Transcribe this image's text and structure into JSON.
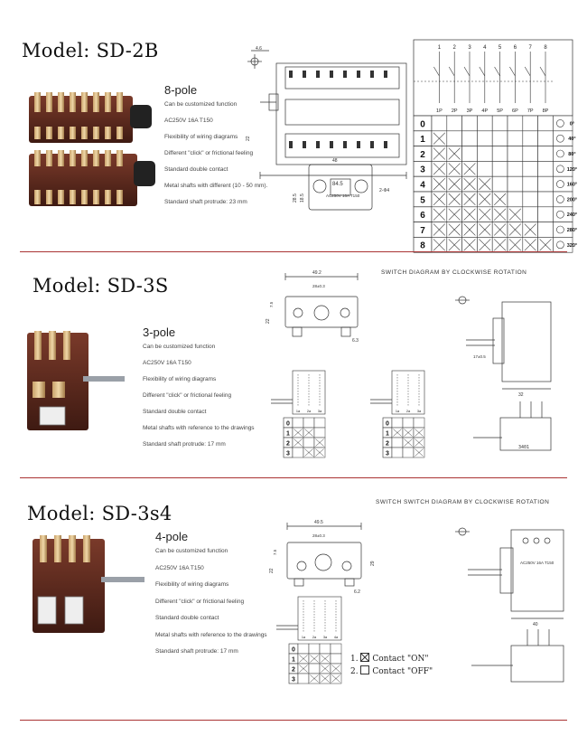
{
  "sections": [
    {
      "model_title": "Model: SD-2B",
      "pole": "8-pole",
      "specs": [
        "Can be customized function",
        "AC250V 16A T150",
        "Flexibility of wiring diagrams",
        "Different \"click\" or frictional feeling",
        "Standard double contact",
        "Metal shafts with different (10 - 50 mm).",
        "Standard shaft protrude: 23 mm"
      ],
      "drawing_labels": {
        "dim_length": "84.5",
        "dim_height": "22",
        "dim_top": "4.6",
        "label": "AC250V 16A T150",
        "dim_side": "2-Φ4",
        "dim_w": "48",
        "dim_h1": "28.5",
        "dim_h2": "18.5"
      },
      "switch_table": {
        "poles": [
          "1",
          "2",
          "3",
          "4",
          "5",
          "6",
          "7",
          "8"
        ],
        "pole_labels": [
          "1P",
          "2P",
          "3P",
          "4P",
          "5P",
          "6P",
          "7P",
          "8P"
        ],
        "positions": [
          "0",
          "1",
          "2",
          "3",
          "4",
          "5",
          "6",
          "7",
          "8"
        ],
        "angles": [
          "0°",
          "40°",
          "80°",
          "120°",
          "160°",
          "200°",
          "240°",
          "280°",
          "320°"
        ],
        "on": [
          [],
          [
            0
          ],
          [
            0,
            1
          ],
          [
            0,
            1,
            2
          ],
          [
            0,
            1,
            2,
            3
          ],
          [
            0,
            1,
            2,
            3,
            4
          ],
          [
            0,
            1,
            2,
            3,
            4,
            5
          ],
          [
            0,
            1,
            2,
            3,
            4,
            5,
            6
          ],
          [
            0,
            1,
            2,
            3,
            4,
            5,
            6,
            7
          ]
        ]
      }
    },
    {
      "model_title": "Model: SD-3S",
      "pole": "3-pole",
      "diagram_title": "SWITCH DIAGRAM BY CLOCKWISE ROTATION",
      "specs": [
        "Can be customized function",
        "AC250V 16A T150",
        "Flexibility of wiring diagrams",
        "Different \"click\" or frictional feeling",
        "Standard double contact",
        "Metal shafts with reference to the drawings",
        "Standard shaft protrude: 17 mm"
      ],
      "drawing_labels": {
        "dim_w": "49.2",
        "dim_inner": "28±0.3",
        "dim_h": "22",
        "dim_h2": "7.5",
        "dim_s": "6.3",
        "dim_side": "17±0.5",
        "dim_d": "32",
        "code": "3401"
      },
      "tables": [
        {
          "positions": [
            "0",
            "1",
            "2",
            "3"
          ],
          "cols": [
            "1a",
            "2a",
            "3a"
          ],
          "on": [
            [],
            [
              0,
              1
            ],
            [
              0,
              2
            ],
            [
              1,
              2
            ]
          ]
        },
        {
          "positions": [
            "0",
            "1",
            "2",
            "3"
          ],
          "cols": [
            "1a",
            "2a",
            "3a"
          ],
          "on": [
            [],
            [
              0,
              1,
              2
            ],
            [
              1,
              2
            ],
            [
              2
            ]
          ]
        }
      ]
    },
    {
      "model_title": "Model: SD-3s4",
      "pole": "4-pole",
      "diagram_title": "SWITCH SWITCH DIAGRAM BY CLOCKWISE ROTATION",
      "specs": [
        "Can be customized function",
        "AC250V 16A T150",
        "Flexibility of wiring diagrams",
        "Different \"click\" or frictional feeling",
        "Standard double contact",
        "Metal shafts with reference to the drawings",
        "Standard shaft protrude: 17 mm"
      ],
      "drawing_labels": {
        "dim_w": "49.5",
        "dim_inner": "28±0.3",
        "dim_h": "22",
        "dim_h2": "7.5",
        "dim_s": "6.2",
        "dim_h3": "29",
        "dim_d": "40",
        "label": "AC250V 16A T150"
      },
      "table": {
        "positions": [
          "0",
          "1",
          "2",
          "3"
        ],
        "cols": [
          "1a",
          "2a",
          "3a",
          "4a"
        ],
        "on": [
          [],
          [
            0,
            1,
            2
          ],
          [
            0,
            2,
            3
          ],
          [
            1,
            2,
            3
          ]
        ]
      },
      "legend": [
        {
          "num": "1.",
          "text": "Contact \"ON\""
        },
        {
          "num": "2.",
          "text": "Contact \"OFF\""
        }
      ]
    }
  ]
}
